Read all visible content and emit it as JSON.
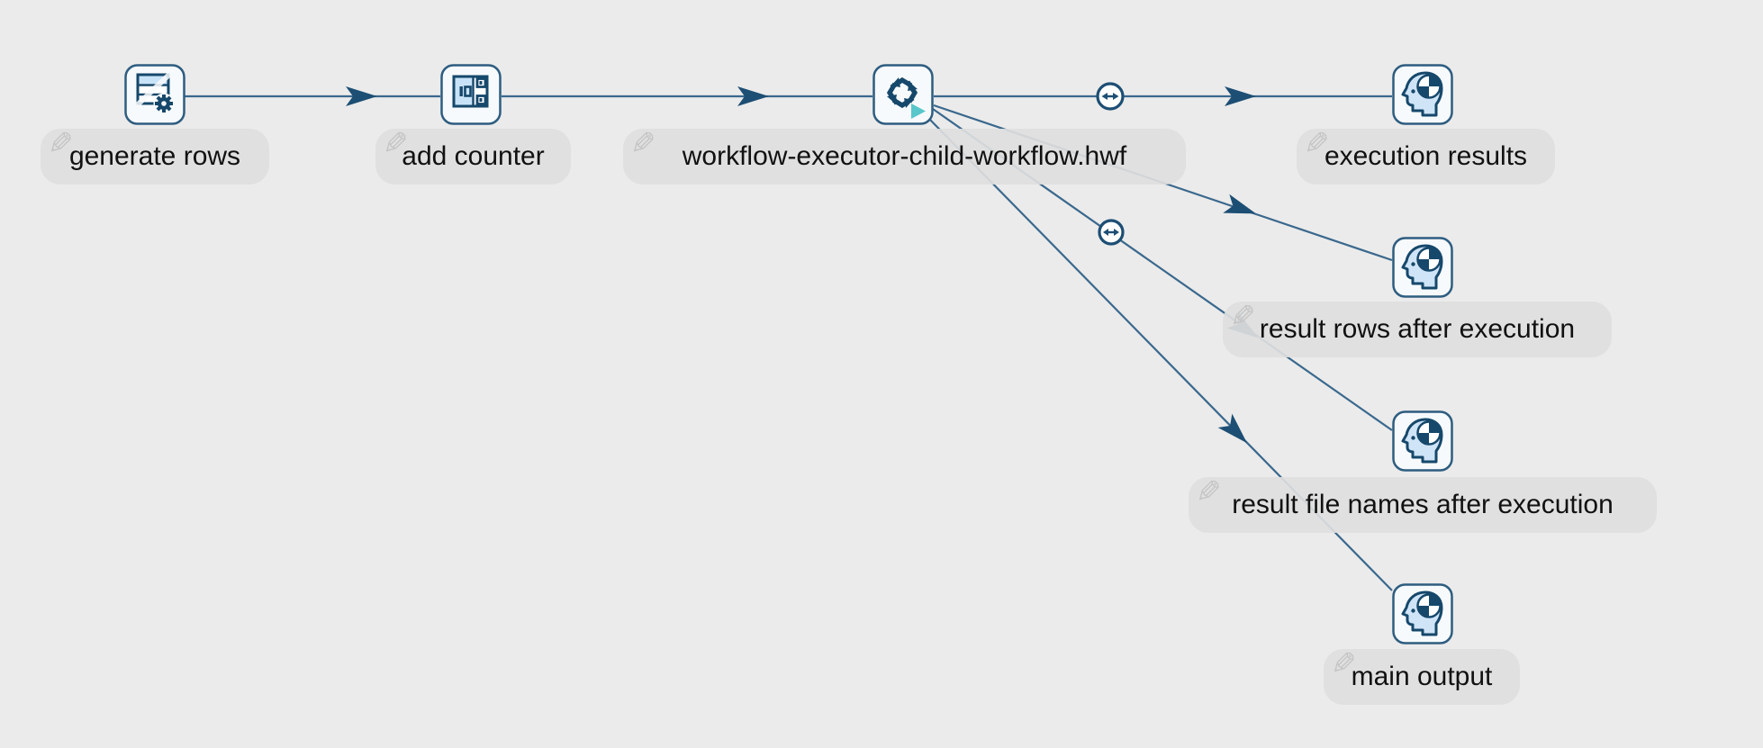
{
  "canvas": {
    "background_color": "#ebebeb",
    "bubble_color": "#dedede",
    "hop_line_color": "#3a688d",
    "arrow_color": "#1d4e74",
    "icon_dark_color": "#16486b",
    "icon_light_blue": "#cfe4f7",
    "teal_play_color": "#57c7cb"
  },
  "nodes": [
    {
      "id": "generate-rows",
      "label": "generate rows",
      "icon": "data-grid-icon"
    },
    {
      "id": "add-counter",
      "label": "add counter",
      "icon": "add-sequence-icon"
    },
    {
      "id": "workflow-executor",
      "label": "workflow-executor-child-workflow.hwf",
      "icon": "workflow-executor-icon"
    },
    {
      "id": "execution-results",
      "label": "execution results",
      "icon": "head-target-icon"
    },
    {
      "id": "result-rows",
      "label": "result rows after execution",
      "icon": "head-target-icon"
    },
    {
      "id": "result-file-names",
      "label": "result file names after execution",
      "icon": "head-target-icon"
    },
    {
      "id": "main-output",
      "label": "main output",
      "icon": "head-target-icon"
    }
  ],
  "hops": [
    {
      "from": "generate rows",
      "to": "add counter",
      "decoration": "arrow"
    },
    {
      "from": "add counter",
      "to": "workflow-executor-child-workflow.hwf",
      "decoration": "arrow"
    },
    {
      "from": "workflow-executor-child-workflow.hwf",
      "to": "execution results",
      "decoration": "copy-rows-circle, arrow"
    },
    {
      "from": "workflow-executor-child-workflow.hwf",
      "to": "result rows after execution",
      "decoration": "arrow"
    },
    {
      "from": "workflow-executor-child-workflow.hwf",
      "to": "result file names after execution",
      "decoration": "copy-rows-circle, arrow"
    },
    {
      "from": "workflow-executor-child-workflow.hwf",
      "to": "main output",
      "decoration": "arrow"
    }
  ],
  "pencil_glyph": "✎"
}
